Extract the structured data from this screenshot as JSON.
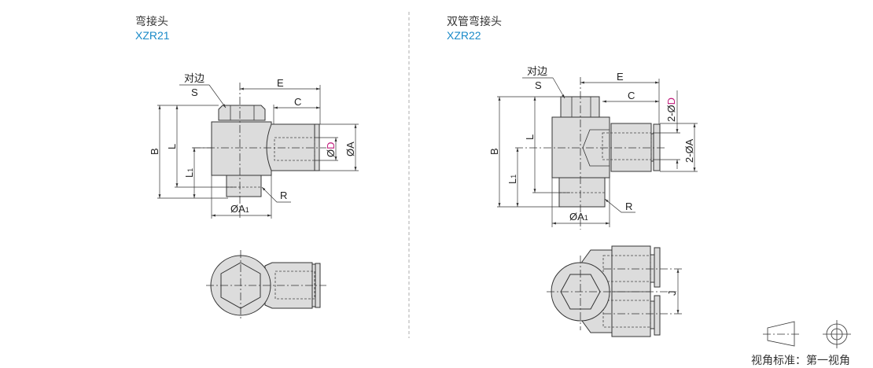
{
  "left": {
    "title": "弯接头",
    "code": "XZR21"
  },
  "right": {
    "title": "双管弯接头",
    "code": "XZR22"
  },
  "labels": {
    "across_flats": "对边",
    "S": "S",
    "E": "E",
    "C": "C",
    "B": "B",
    "L": "L",
    "L1": "L",
    "L1_sub": "1",
    "R": "R",
    "A1": "ØA",
    "A1_sub": "1",
    "D_prefix": "Ø",
    "D": "D",
    "A": "ØA",
    "two_D_prefix": "2-Ø",
    "two_A": "2-ØA",
    "J": "J"
  },
  "legend": {
    "text": "视角标准：第一视角"
  },
  "colors": {
    "code": "#1a8ac8",
    "highlight": "#c0187a",
    "part_fill": "#dcdcdc"
  }
}
